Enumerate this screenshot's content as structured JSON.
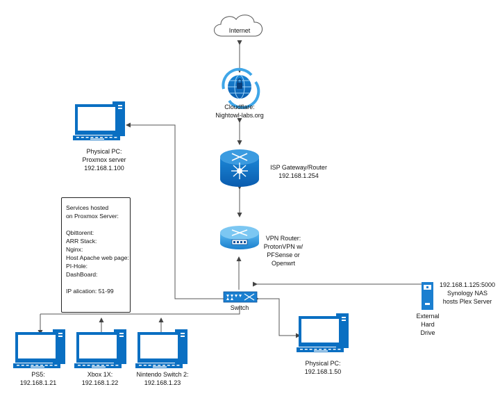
{
  "nodes": {
    "internet": {
      "label": "Internet"
    },
    "cloudflare": {
      "lines": [
        "Cloudflare:",
        "Nightowl-labs.org"
      ]
    },
    "isp_router": {
      "lines": [
        "ISP Gateway/Router",
        "192.168.1.254"
      ]
    },
    "vpn_router": {
      "lines": [
        "VPN Router:",
        "ProtonVPN w/",
        "PFSense or",
        "Openwrt"
      ]
    },
    "switch": {
      "label": "Switch"
    },
    "proxmox_pc": {
      "lines": [
        "Physical PC:",
        "Proxmox server",
        "192.168.1.100"
      ]
    },
    "nas": {
      "lines": [
        "192.168.1.125:5000",
        "Synology NAS",
        "hosts Plex Server"
      ]
    },
    "external_drive": {
      "lines": [
        "External",
        "Hard",
        "Drive"
      ]
    },
    "physical_pc": {
      "lines": [
        "Physical PC:",
        "192.168.1.50"
      ]
    },
    "ps5": {
      "lines": [
        "PS5:",
        "192.168.1.21"
      ]
    },
    "xbox": {
      "lines": [
        "Xbox 1X:",
        "192.168.1.22"
      ]
    },
    "switch2": {
      "lines": [
        "Nintendo Switch 2:",
        "192.168.1.23"
      ]
    }
  },
  "services_box": {
    "heading": [
      "Services hosted",
      "on Proxmox Server:"
    ],
    "items": [
      "Qbittorent:",
      "ARR Stack:",
      "Nginx:",
      "Host Apache web page:",
      "PI-Hole:",
      "DashBoard:"
    ],
    "footer": "IP alication: 51-99"
  },
  "colors": {
    "blue": "#0a6fc2",
    "dark_blue": "#0a4f9a",
    "light_blue": "#3fa6e8",
    "line": "#555555"
  }
}
